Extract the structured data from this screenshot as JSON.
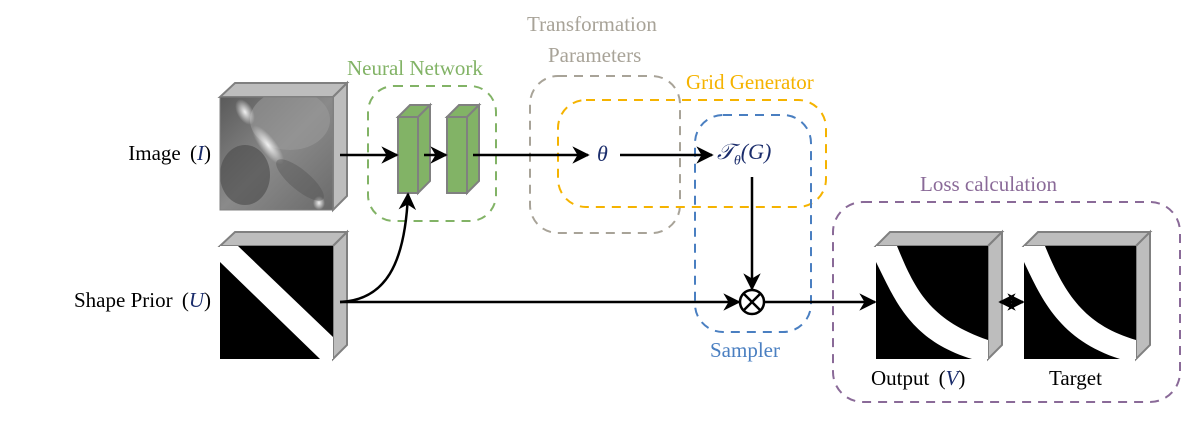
{
  "colors": {
    "neural_network": "#82b366",
    "transformation_parameters": "#a8a398",
    "grid_generator": "#f5b300",
    "sampler": "#4a7fc1",
    "loss": "#8a6a98",
    "math_italic": "#1a2c6b",
    "cube_side": "#bdbdbd",
    "cube_edge": "#808080",
    "layer_fill": "#82b366"
  },
  "inputs": {
    "image_label": "Image",
    "image_symbol": "I",
    "shape_prior_label": "Shape Prior",
    "shape_prior_symbol": "U"
  },
  "modules": {
    "neural_network": "Neural Network",
    "transformation_parameters_line1": "Transformation",
    "transformation_parameters_line2": "Parameters",
    "grid_generator": "Grid Generator",
    "sampler": "Sampler",
    "loss": "Loss calculation"
  },
  "nodes": {
    "theta": "θ",
    "transform_T": "𝒯",
    "transform_sub": "θ",
    "transform_arg": "(G)",
    "sampler_op": "⊗"
  },
  "outputs": {
    "output_label": "Output",
    "output_symbol": "V",
    "target_label": "Target"
  }
}
